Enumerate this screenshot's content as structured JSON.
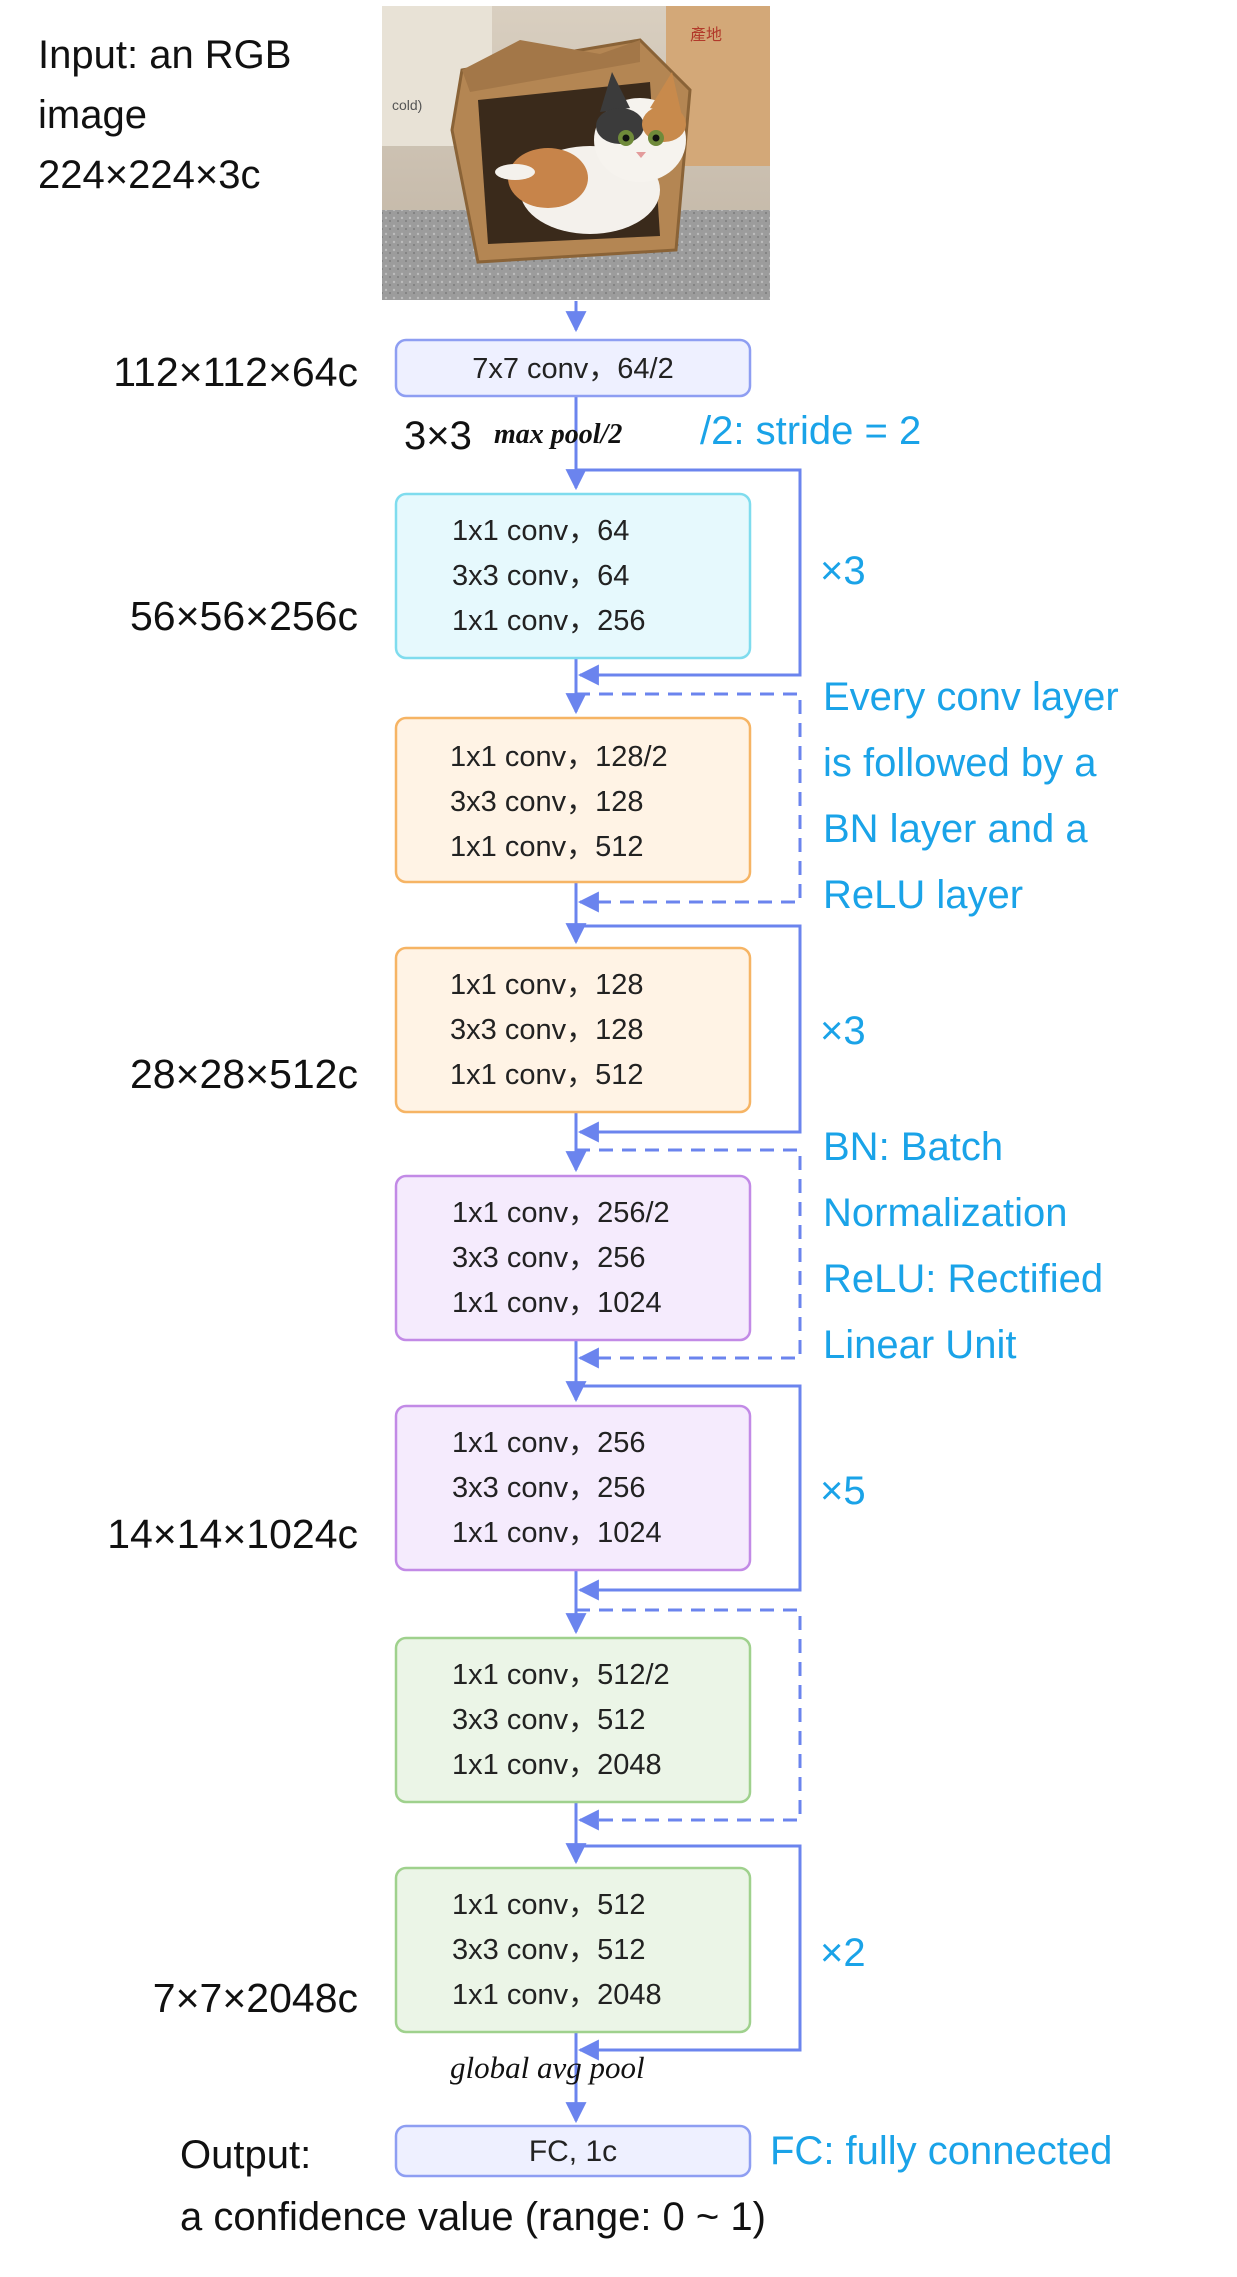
{
  "input": {
    "line1": "Input: an RGB",
    "line2": "image",
    "line3": "224×224×3c"
  },
  "sizes": {
    "s112": "112×112×64c",
    "s56": "56×56×256c",
    "s28": "28×28×512c",
    "s14": "14×14×1024c",
    "s7": "7×7×2048c"
  },
  "pool": {
    "size": "3×3",
    "max_label": "max pool/2",
    "global_label": "global avg pool"
  },
  "blocks": {
    "conv1": "7x7 conv，64/2",
    "b1": [
      "1x1 conv，64",
      "3x3 conv，64",
      "1x1 conv，256"
    ],
    "b2a": [
      "1x1 conv，128/2",
      "3x3 conv，128",
      "1x1 conv，512"
    ],
    "b2": [
      "1x1 conv，128",
      "3x3 conv，128",
      "1x1 conv，512"
    ],
    "b3a": [
      "1x1 conv，256/2",
      "3x3 conv，256",
      "1x1 conv，1024"
    ],
    "b3": [
      "1x1 conv，256",
      "3x3 conv，256",
      "1x1 conv，1024"
    ],
    "b4a": [
      "1x1 conv，512/2",
      "3x3 conv，512",
      "1x1 conv，2048"
    ],
    "b4": [
      "1x1 conv，512",
      "3x3 conv，512",
      "1x1 conv，2048"
    ],
    "fc": "FC, 1c"
  },
  "repeats": {
    "r1": "×3",
    "r2": "×3",
    "r3": "×5",
    "r4": "×2"
  },
  "notes": {
    "stride": "/2: stride = 2",
    "every": [
      "Every conv layer",
      "is followed by a",
      "BN layer and a",
      "ReLU layer"
    ],
    "abbr": [
      "BN: Batch",
      "Normalization",
      "ReLU: Rectified",
      "Linear Unit"
    ],
    "fc": "FC: fully connected"
  },
  "output": {
    "line1": "Output:",
    "line2": "a confidence value (range: 0 ~ 1)"
  },
  "colors": {
    "arrow": "#6b84ee",
    "note": "#1aa3e8",
    "lavender_fill": "#eef0ff",
    "lavender_stroke": "#8e9ef2",
    "cyan_fill": "#e6f9fd",
    "cyan_stroke": "#7fdcee",
    "orange_fill": "#fff3e5",
    "orange_stroke": "#f6b464",
    "purple_fill": "#f5ebfd",
    "purple_stroke": "#c28ae6",
    "green_fill": "#ebf5e7",
    "green_stroke": "#9fd18d"
  },
  "icons": {
    "input_image": "photo-cat-in-cardboard-box"
  }
}
